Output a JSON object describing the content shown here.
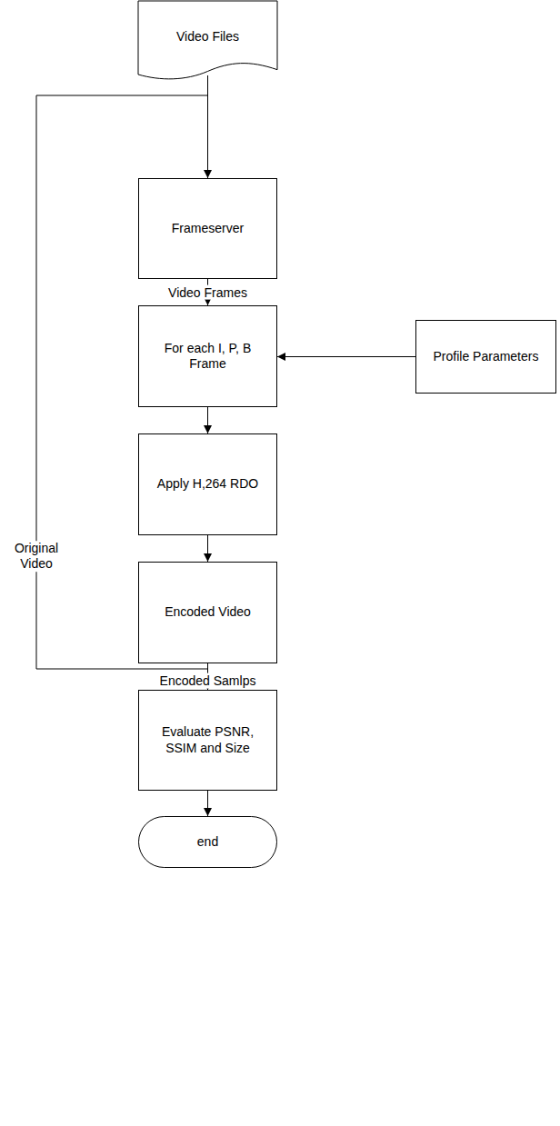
{
  "diagram": {
    "nodes": [
      {
        "text": [
          "Video Files"
        ]
      },
      {
        "text": [
          "Frameserver"
        ]
      },
      {
        "text": [
          "For each I, P, B Frame"
        ]
      },
      {
        "text": [
          "Profile Parameters"
        ]
      },
      {
        "text": [
          "Apply H,264 RDO"
        ]
      },
      {
        "text": [
          "Encoded Video"
        ]
      },
      {
        "text": [
          "Evaluate PSNR, SSIM and Size"
        ]
      },
      {
        "text": [
          "end"
        ]
      }
    ],
    "edges": [
      {
        "from": 0,
        "to": 1,
        "arrow": "to"
      },
      {
        "from": 1,
        "to": 2,
        "label": "Video Frames",
        "arrow": "to"
      },
      {
        "from": 3,
        "to": 2,
        "arrow": "to"
      },
      {
        "from": 2,
        "to": 4,
        "arrow": "to"
      },
      {
        "from": 4,
        "to": 5,
        "arrow": "to"
      },
      {
        "from": 5,
        "to": 6,
        "label": "Encoded Samlps",
        "arrow": "to"
      },
      {
        "from": 0,
        "to": 6,
        "label": "Original Video",
        "arrow": "to"
      },
      {
        "from": 6,
        "to": 7,
        "arrow": "to"
      }
    ]
  }
}
